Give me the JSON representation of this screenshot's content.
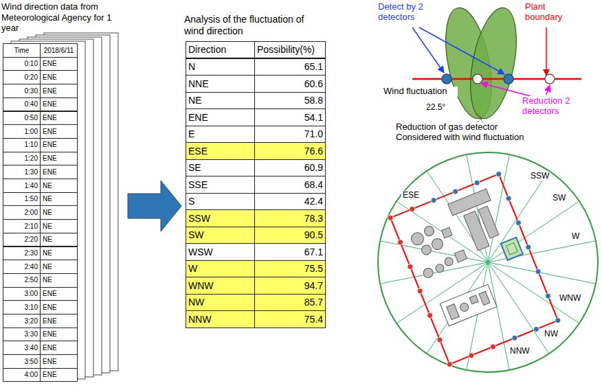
{
  "diagram": {
    "nodes": [
      {
        "text": [
          "Wind direction data from Meteorological Agency for 1 year"
        ]
      },
      {
        "text": [
          "Analysis of the fluctuation of wind direction"
        ]
      }
    ],
    "edges": [
      {
        "from": 0,
        "to": 1,
        "arrow": "to"
      }
    ],
    "labels": [
      "Time",
      "2018/6/11",
      "0:10",
      "ENE",
      "0:20",
      "ENE",
      "0:30",
      "ENE",
      "0:40",
      "ENE",
      "0:50",
      "ENE",
      "1:00",
      "ENE",
      "1:10",
      "ENE",
      "1:20",
      "ENE",
      "1:30",
      "ENE",
      "1:40",
      "NE",
      "1:50",
      "NE",
      "2:00",
      "NE",
      "2:10",
      "NE",
      "2:20",
      "NE",
      "2:30",
      "NE",
      "2:40",
      "NE",
      "2:50",
      "NE",
      "3:00",
      "ENE",
      "3:10",
      "ENE",
      "3:20",
      "ENE",
      "3:30",
      "ENE",
      "3:40",
      "ENE",
      "3:50",
      "ENE",
      "4:00",
      "ENE",
      "Direction",
      "Possibility(%)",
      "N",
      "65.1",
      "NNE",
      "60.6",
      "NE",
      "58.8",
      "ENE",
      "54.1",
      "E",
      "71.0",
      "ESE",
      "76.6",
      "SE",
      "60.9",
      "SSE",
      "68.4",
      "S",
      "42.4",
      "SSW",
      "78.3",
      "SW",
      "90.5",
      "WSW",
      "67.1",
      "W",
      "75.5",
      "WNW",
      "94.7",
      "NW",
      "85.7",
      "NNW",
      "75.4",
      "Detect by 2 detectors",
      "Plant boundary",
      "Wind fluctuation",
      "22.5°",
      "Reduction 2 detectors",
      "Reduction of gas detector Considered with wind fluctuation",
      "ESE",
      "SSW",
      "SW",
      "W",
      "WNW",
      "NW",
      "NNW"
    ]
  }
}
